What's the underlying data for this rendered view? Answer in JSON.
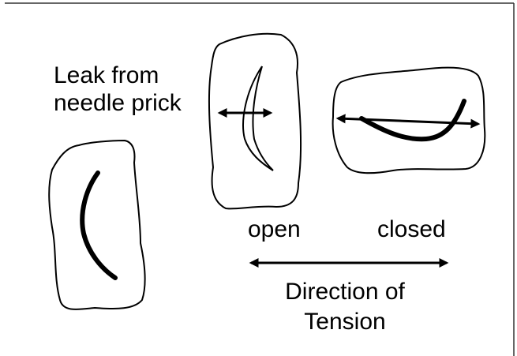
{
  "labels": {
    "leak_line1": "Leak from",
    "leak_line2": "needle prick",
    "open": "open",
    "closed": "closed",
    "direction_line1": "Direction of",
    "direction_line2": "Tension"
  },
  "colors": {
    "ink": "#000000",
    "paper": "#ffffff",
    "frame": "#333333"
  }
}
